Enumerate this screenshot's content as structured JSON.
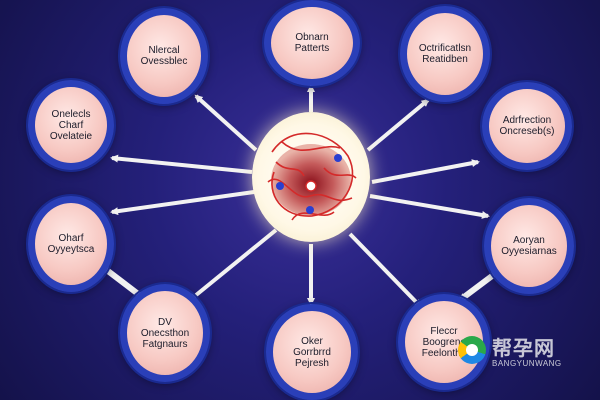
{
  "colors": {
    "background": "#24207a",
    "node_border": "#2a3fb8",
    "node_fill": "#f7c9c3",
    "arrow": "#f2f2f2",
    "vessel_red": "#d42a2a",
    "vessel_blue": "#2a3fd0"
  },
  "center": {
    "icon": "ovary-illustration-icon"
  },
  "nodes": [
    {
      "id": "top-center",
      "label": "Obnarn\nPatterts"
    },
    {
      "id": "top-left",
      "label": "Nlercal\nOvessblec"
    },
    {
      "id": "top-right",
      "label": "Octrificatlsn\nReatidben"
    },
    {
      "id": "left-upper",
      "label": "Onelecls\nCharf\nOvelateie"
    },
    {
      "id": "right-upper",
      "label": "Adrfrection\nOncreseb(s)"
    },
    {
      "id": "left-lower",
      "label": "Oharf\nOyyeytsca"
    },
    {
      "id": "right-lower",
      "label": "Aoryan\nOyyesiarnas"
    },
    {
      "id": "bottom-left",
      "label": "DV\nOnecsthon\nFatgnaurs"
    },
    {
      "id": "bottom-center",
      "label": "Oker\nGorrbrrd\nPejresh"
    },
    {
      "id": "bottom-right",
      "label": "Fleccr\nBoogrenc\nFeelonthe"
    }
  ],
  "watermark": {
    "logo_icon": "bangyun-logo-icon",
    "cn_text": "帮孕网",
    "en_text": "BANGYUNWANG"
  }
}
